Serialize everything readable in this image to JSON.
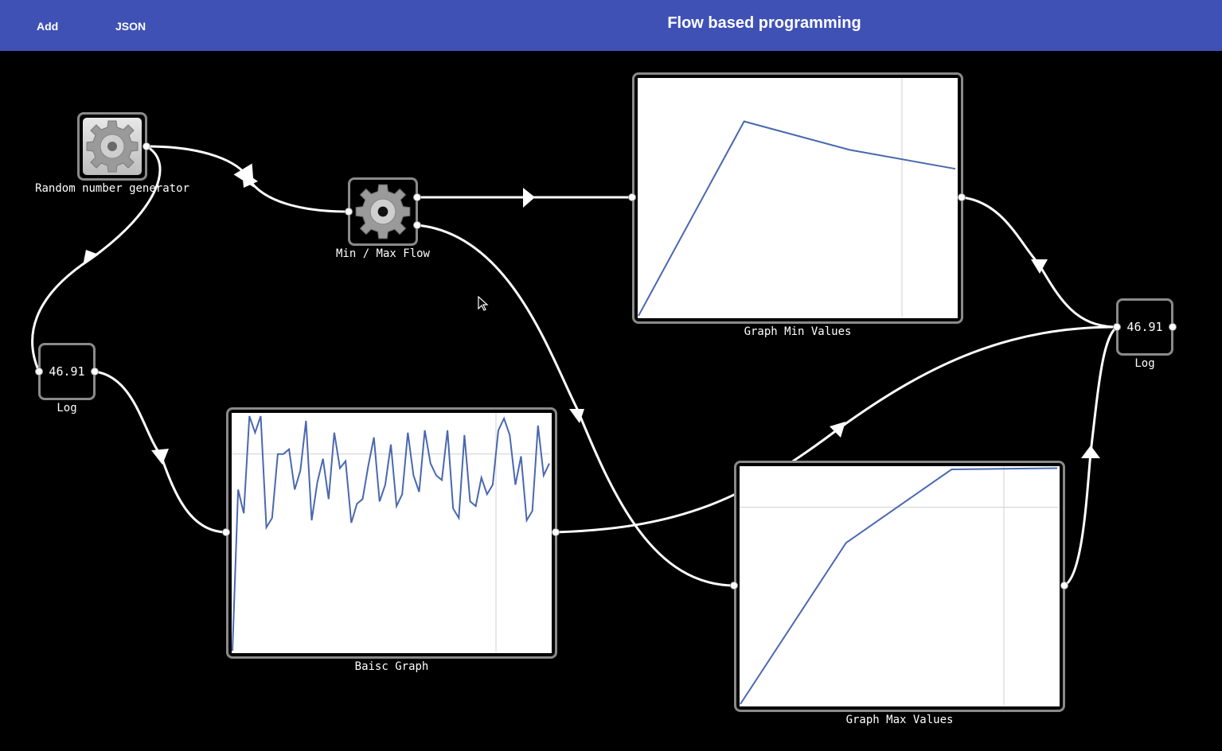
{
  "toolbar": {
    "add_label": "Add",
    "json_label": "JSON"
  },
  "header": {
    "title": "Flow based programming"
  },
  "colors": {
    "header_bg": "#3f51b5",
    "canvas_bg": "#000000",
    "wire": "#ffffff",
    "graph_line": "#4a68b0"
  },
  "nodes": {
    "random": {
      "label": "Random number generator",
      "icon": "gear-icon"
    },
    "minmax": {
      "label": "Min / Max Flow",
      "icon": "gear-icon"
    },
    "log_left": {
      "label": "Log",
      "value": "46.91"
    },
    "log_right": {
      "label": "Log",
      "value": "46.91"
    },
    "basic_graph": {
      "label": "Baisc Graph"
    },
    "graph_min": {
      "label": "Graph Min Values"
    },
    "graph_max": {
      "label": "Graph Max Values"
    }
  },
  "chart_data": [
    {
      "type": "line",
      "name_ref": "graph_min",
      "y": [
        0,
        82,
        70,
        62
      ],
      "ylim": [
        0,
        100
      ]
    },
    {
      "type": "line",
      "name_ref": "graph_max",
      "y": [
        0,
        68,
        99,
        99.5
      ],
      "ylim": [
        0,
        100
      ]
    },
    {
      "type": "line",
      "name_ref": "basic_graph",
      "y": [
        0,
        68,
        58,
        99,
        92,
        99,
        52,
        56,
        83,
        83,
        85,
        68,
        76,
        97,
        55,
        71,
        81,
        64,
        92,
        77,
        80,
        54,
        62,
        64,
        78,
        90,
        63,
        70,
        87,
        61,
        66,
        92,
        74,
        67,
        93,
        79,
        74,
        72,
        93,
        60,
        56,
        91,
        63,
        61,
        73,
        66,
        70,
        93,
        98,
        91,
        70,
        82,
        55,
        59,
        95,
        74,
        79
      ],
      "ylim": [
        0,
        100
      ]
    }
  ]
}
